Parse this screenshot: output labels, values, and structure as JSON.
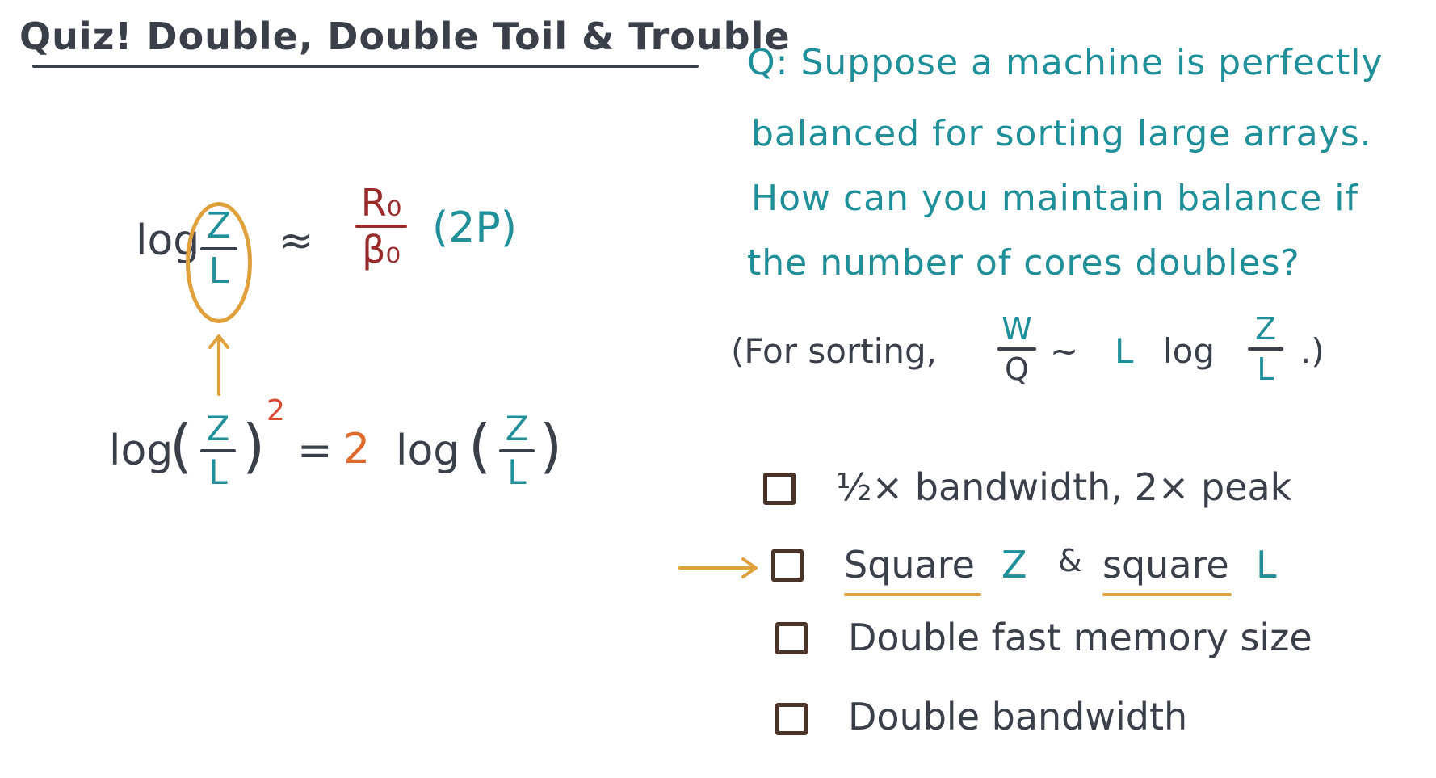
{
  "title": "Quiz! Double, Double Toil & Trouble",
  "question": {
    "line1": "Q: Suppose a machine is perfectly",
    "line2": "balanced for sorting large arrays.",
    "line3": "How can you maintain balance if",
    "line4": "the number of cores doubles?"
  },
  "hint": {
    "open": "(For sorting,",
    "W": "W",
    "Q": "Q",
    "tilde": "~",
    "L": "L",
    "log": "log",
    "Z": "Z",
    "L2": "L",
    "close": ".)"
  },
  "equation1": {
    "log": "log",
    "Z": "Z",
    "L": "L",
    "approx": "≈",
    "R0": "R₀",
    "B0": "β₀",
    "paren": "(2P)"
  },
  "equation2": {
    "log": "log",
    "lp": "(",
    "Z": "Z",
    "L": "L",
    "rp": ")",
    "exp": "2",
    "eq": "=",
    "two": "2",
    "log2": "log",
    "lp2": "(",
    "Z2": "Z",
    "L2": "L",
    "rp2": ")"
  },
  "options": [
    {
      "label": "½× bandwidth, 2× peak",
      "marked": false
    },
    {
      "label_a": "Square",
      "var_a": "Z",
      "amp": "&",
      "label_b": "square",
      "var_b": "L",
      "marked": true
    },
    {
      "label": "Double fast memory size",
      "marked": false
    },
    {
      "label": "Double bandwidth",
      "marked": false
    }
  ],
  "colors": {
    "dark": "#3b3f4a",
    "teal": "#1f8f9a",
    "red": "#9a2b2b",
    "orange": "#e06a2c",
    "gold": "#e0a13c",
    "brown": "#4a3328"
  }
}
